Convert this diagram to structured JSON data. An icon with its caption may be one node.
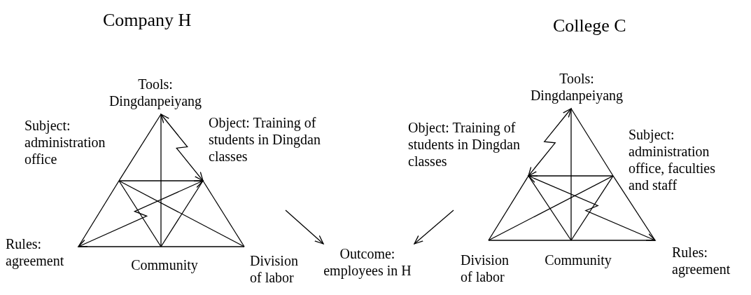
{
  "diagram": {
    "nodes": [
      {
        "text": [
          "Tools: Dingdanpeiyang"
        ]
      },
      {
        "text": [
          "Tools: Dingdanpeiyang"
        ]
      },
      {
        "text": [
          "Object: Training of students in Dingdan classes"
        ]
      },
      {
        "text": [
          "Subject: administration office"
        ]
      },
      {
        "text": [
          "Object: Training of students in Dingdan classes"
        ]
      },
      {
        "text": [
          "Subject: administration office, faculties and staff"
        ]
      },
      {
        "text": [
          "Outcome: employees in H"
        ]
      },
      {
        "text": [
          "Rules: agreement"
        ]
      },
      {
        "text": [
          "Community"
        ]
      },
      {
        "text": [
          "Division of labor"
        ]
      },
      {
        "text": [
          "Division of labor"
        ]
      },
      {
        "text": [
          "Community"
        ]
      },
      {
        "text": [
          "Rules: agreement"
        ]
      }
    ],
    "edges": [
      {
        "from": 0,
        "to": 3,
        "arrow": "none"
      },
      {
        "from": 3,
        "to": 7,
        "arrow": "none"
      },
      {
        "from": 2,
        "to": 9,
        "arrow": "none"
      },
      {
        "from": 7,
        "to": 8,
        "arrow": "none"
      },
      {
        "from": 8,
        "to": 9,
        "arrow": "none"
      },
      {
        "from": 3,
        "to": 2,
        "arrow": "none"
      },
      {
        "from": 0,
        "to": 8,
        "arrow": "none"
      },
      {
        "from": 3,
        "to": 8,
        "arrow": "none"
      },
      {
        "from": 2,
        "to": 8,
        "arrow": "none"
      },
      {
        "from": 3,
        "to": 9,
        "arrow": "none"
      },
      {
        "from": 2,
        "to": 7,
        "arrow": "both"
      },
      {
        "from": 0,
        "to": 2,
        "arrow": "both"
      },
      {
        "from": 1,
        "to": 4,
        "arrow": "both"
      },
      {
        "from": 4,
        "to": 10,
        "arrow": "none"
      },
      {
        "from": 1,
        "to": 5,
        "arrow": "none"
      },
      {
        "from": 5,
        "to": 12,
        "arrow": "none"
      },
      {
        "from": 10,
        "to": 11,
        "arrow": "none"
      },
      {
        "from": 11,
        "to": 12,
        "arrow": "none"
      },
      {
        "from": 4,
        "to": 5,
        "arrow": "none"
      },
      {
        "from": 1,
        "to": 11,
        "arrow": "none"
      },
      {
        "from": 4,
        "to": 11,
        "arrow": "none"
      },
      {
        "from": 5,
        "to": 11,
        "arrow": "none"
      },
      {
        "from": 5,
        "to": 10,
        "arrow": "none"
      },
      {
        "from": 4,
        "to": 12,
        "arrow": "both"
      },
      {
        "from": null,
        "to": 6,
        "arrow": "to"
      },
      {
        "from": null,
        "to": 6,
        "arrow": "to"
      }
    ],
    "labels": [
      "Company H",
      "College C"
    ]
  }
}
